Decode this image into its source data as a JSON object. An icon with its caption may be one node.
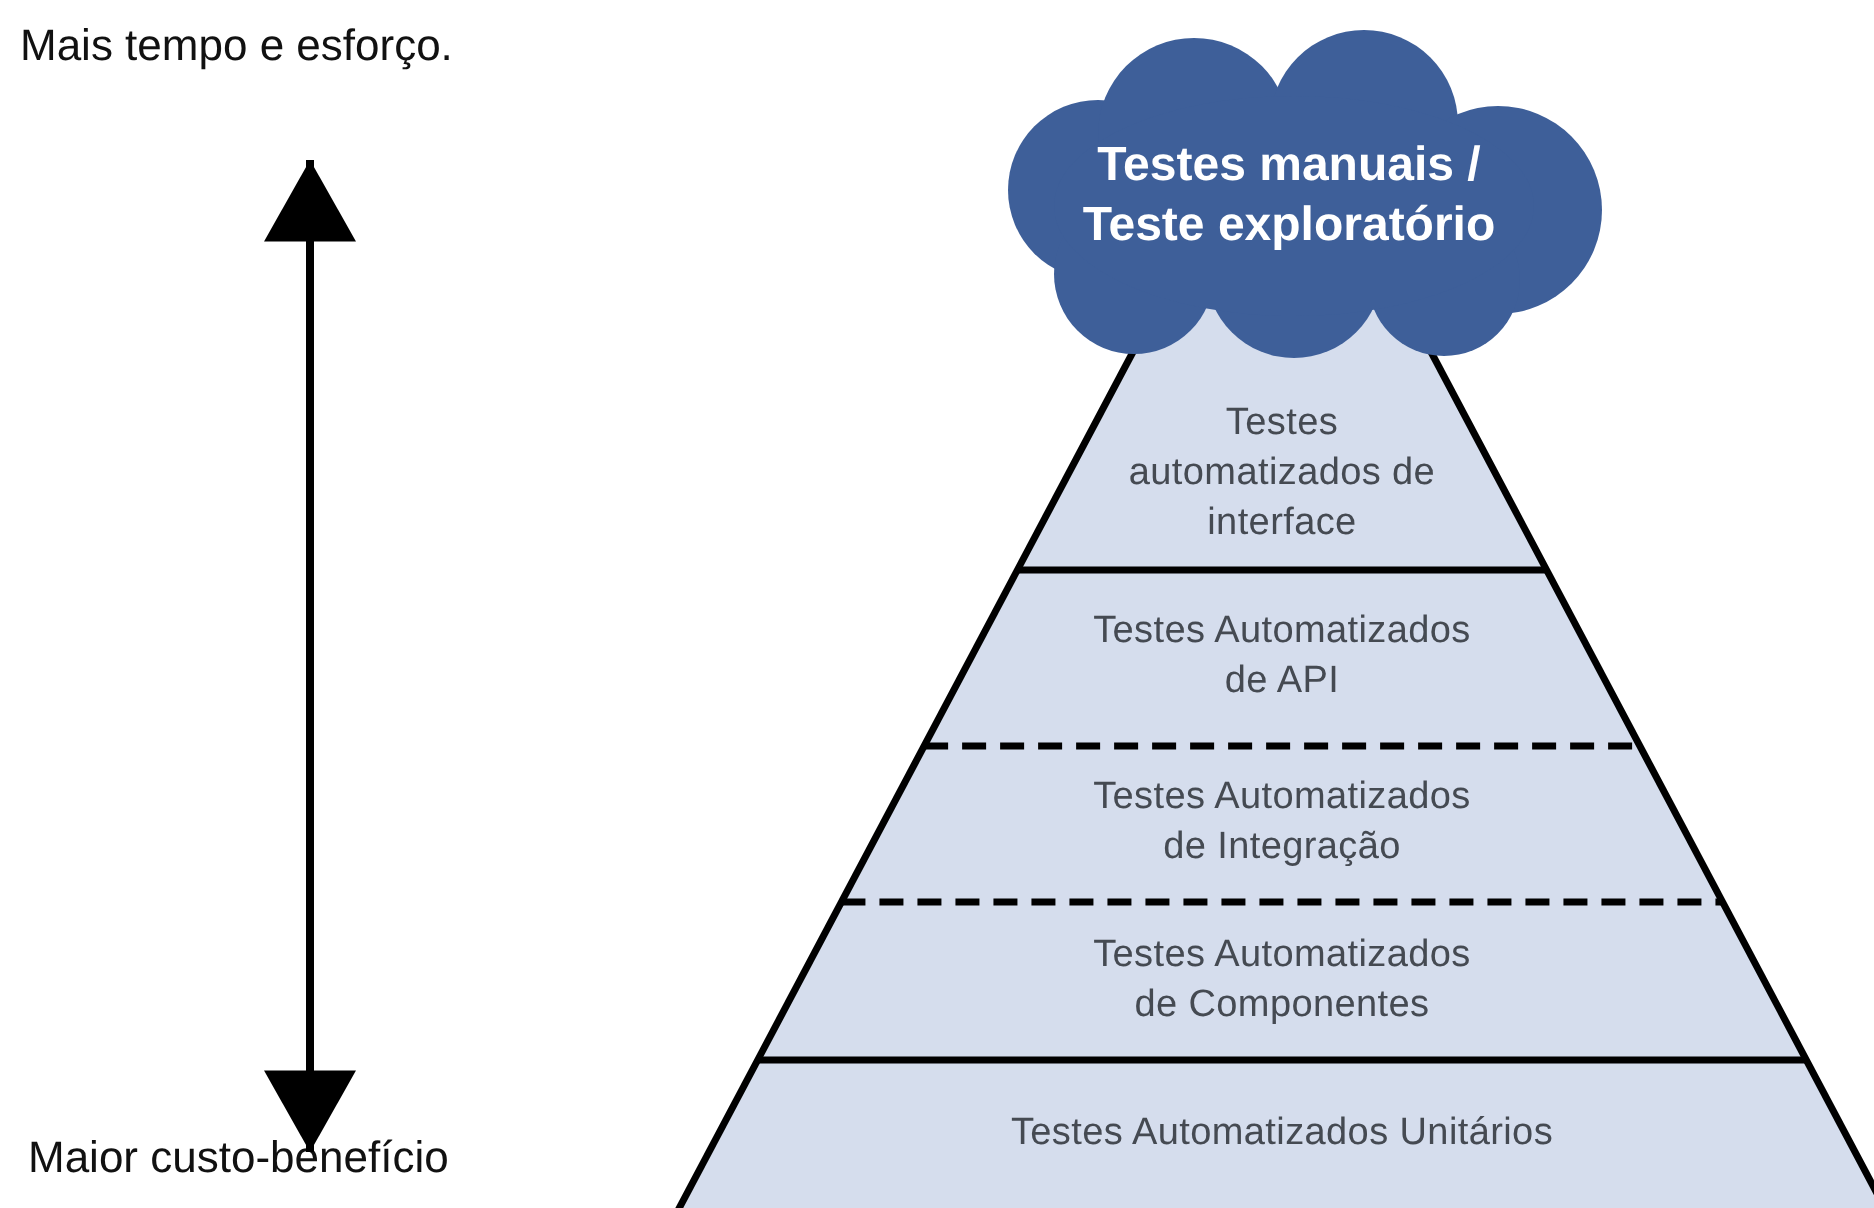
{
  "diagram": {
    "nodes": [
      {
        "text": [
          "Mais tempo e esforço."
        ]
      },
      {
        "text": [
          "Testes manuais / Teste exploratório"
        ]
      },
      {
        "text": [
          "Testes automatizados de interface"
        ]
      },
      {
        "text": [
          "Testes Automatizados de API"
        ]
      },
      {
        "text": [
          "Testes Automatizados de Integração"
        ]
      },
      {
        "text": [
          "Testes Automatizados de Componentes"
        ]
      },
      {
        "text": [
          "Testes Automatizados Unitários"
        ]
      },
      {
        "text": [
          "Maior custo-benefício"
        ]
      }
    ],
    "edges": [
      {
        "from": 0,
        "to": 7,
        "arrow": "both"
      }
    ]
  }
}
